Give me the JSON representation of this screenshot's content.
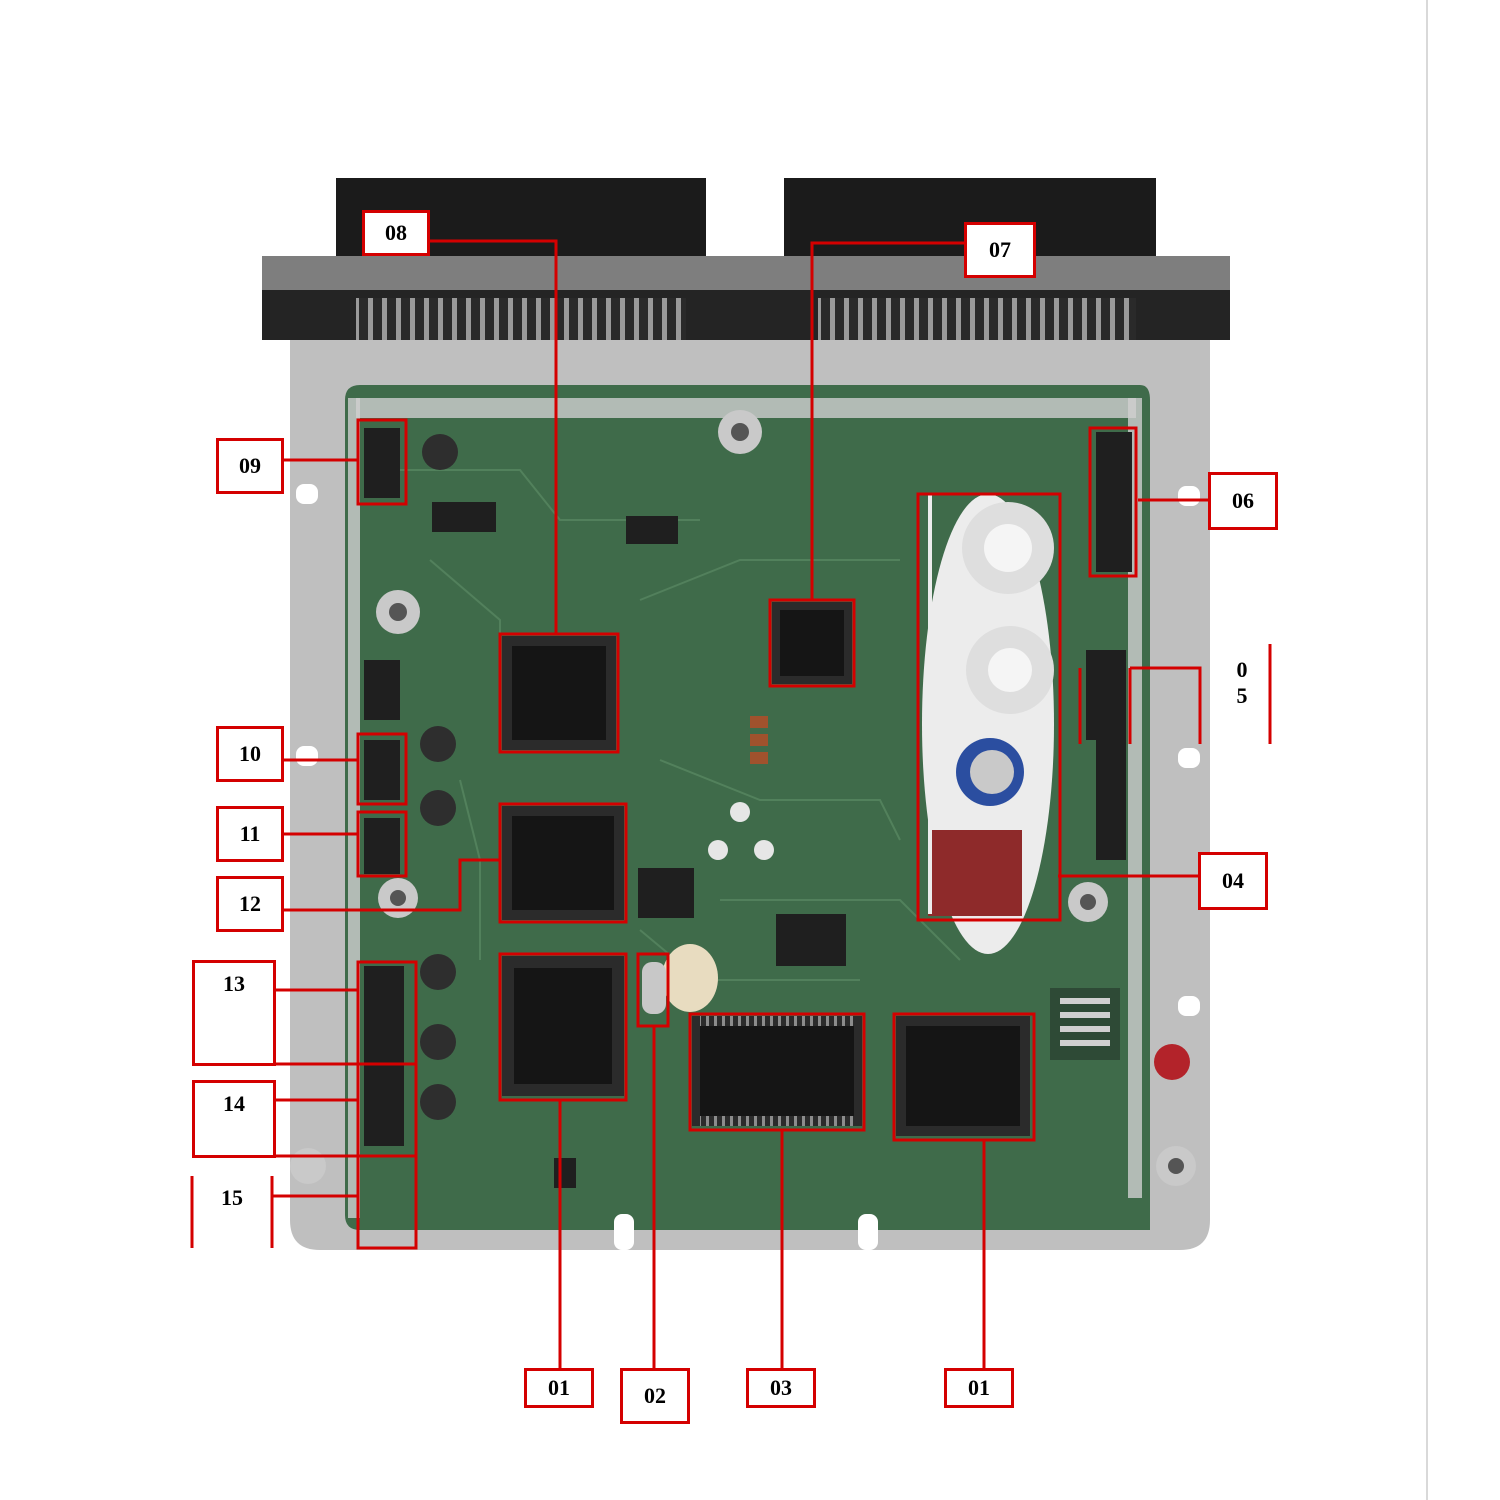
{
  "figure": {
    "colors": {
      "callout": "#d40000",
      "pcb": "#3f6b4a",
      "pcb_dark": "#2c4a35",
      "housing": "#1b1b1b",
      "metal": "#b9b9b9",
      "chip": "#151515"
    },
    "callouts": {
      "l01a": "01",
      "l02": "02",
      "l03": "03",
      "l01b": "01",
      "l04": "04",
      "l05_top": "0",
      "l05_bottom": "5",
      "l06": "06",
      "l07": "07",
      "l08": "08",
      "l09": "09",
      "l10": "10",
      "l11": "11",
      "l12": "12",
      "l13": "13",
      "l14": "14",
      "l15": "15"
    }
  }
}
